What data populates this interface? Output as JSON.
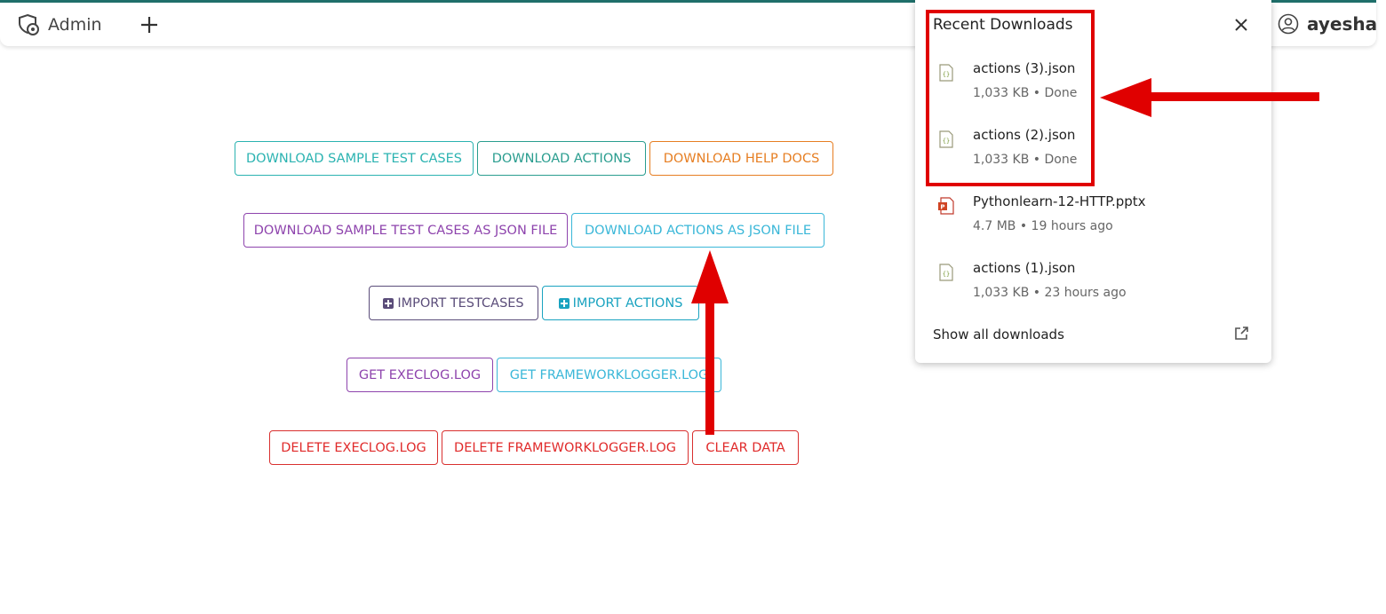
{
  "header": {
    "brand_label": "Admin",
    "user_name": "ayesha"
  },
  "buttons": {
    "download_sample_test_cases": "DOWNLOAD SAMPLE TEST CASES",
    "download_actions": "DOWNLOAD ACTIONS",
    "download_help_docs": "DOWNLOAD HELP DOCS",
    "download_sample_json": "DOWNLOAD SAMPLE TEST CASES AS JSON FILE",
    "download_actions_json": "DOWNLOAD ACTIONS AS JSON FILE",
    "import_testcases": "IMPORT TESTCASES",
    "import_actions": "IMPORT ACTIONS",
    "get_execlog": "GET EXECLOG.LOG",
    "get_frameworklogger": "GET FRAMEWORKLOGGER.LOG",
    "delete_execlog": "DELETE EXECLOG.LOG",
    "delete_frameworklogger": "DELETE FRAMEWORKLOGGER.LOG",
    "clear_data": "CLEAR DATA"
  },
  "downloads": {
    "title": "Recent Downloads",
    "items": [
      {
        "name": "actions (3).json",
        "meta": "1,033 KB • Done",
        "icon": "json-file-icon"
      },
      {
        "name": "actions (2).json",
        "meta": "1,033 KB • Done",
        "icon": "json-file-icon"
      },
      {
        "name": "Pythonlearn-12-HTTP.pptx",
        "meta": "4.7 MB • 19 hours ago",
        "icon": "pptx-file-icon"
      },
      {
        "name": "actions (1).json",
        "meta": "1,033 KB • 23 hours ago",
        "icon": "json-file-icon"
      }
    ],
    "show_all": "Show all downloads"
  },
  "colors": {
    "annotation_red": "#e00000",
    "topbar_accent": "#1f6f6a"
  }
}
